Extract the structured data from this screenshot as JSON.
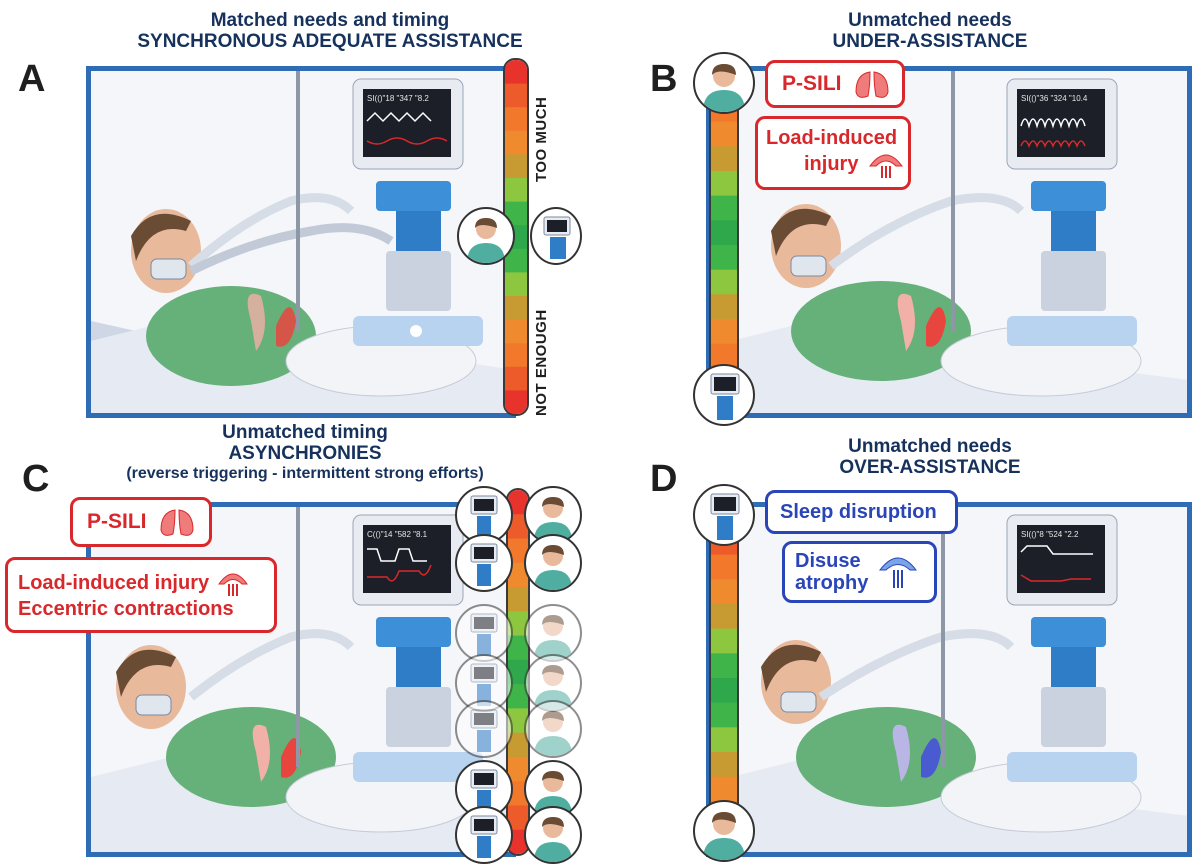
{
  "panels": {
    "A": {
      "letter": "A",
      "title_line1": "Matched needs and timing",
      "title_line2": "SYNCHRONOUS ADEQUATE ASSISTANCE",
      "scale_top": "TOO MUCH",
      "scale_bottom": "NOT ENOUGH",
      "monitor_readout": "SI(()\"18 \"347 \"8.2"
    },
    "B": {
      "letter": "B",
      "title_line1": "Unmatched needs",
      "title_line2": "UNDER-ASSISTANCE",
      "callout1": "P-SILI",
      "callout2_line1": "Load-induced",
      "callout2_line2": "injury",
      "monitor_readout": "SI(()\"36 \"324 \"10.4"
    },
    "C": {
      "letter": "C",
      "title_line1": "Unmatched timing",
      "title_line2": "ASYNCHRONIES",
      "title_line3": "(reverse triggering - intermittent strong efforts)",
      "callout1": "P-SILI",
      "callout2_line1": "Load-induced injury",
      "callout2_line2": "Eccentric contractions",
      "monitor_readout": "C(()\"14 \"582 \"8.1"
    },
    "D": {
      "letter": "D",
      "title_line1": "Unmatched needs",
      "title_line2": "OVER-ASSISTANCE",
      "callout1": "Sleep disruption",
      "callout2_line1": "Disuse",
      "callout2_line2": "atrophy",
      "monitor_readout": "SI(()\"8 \"524 \"2.2"
    }
  },
  "colors": {
    "frame_blue": "#2e6db5",
    "title_navy": "#16325c",
    "injury_red": "#d9282b",
    "atrophy_blue": "#2a45b8",
    "scale": [
      "#e8322c",
      "#ee5b2b",
      "#f2782c",
      "#f08a2f",
      "#c79a32",
      "#8dc63f",
      "#3fb549",
      "#2ea84a",
      "#3fb549",
      "#8dc63f",
      "#c79a32",
      "#f08a2f",
      "#f2782c",
      "#ee5b2b",
      "#e8322c"
    ]
  },
  "icons": [
    "lungs-icon",
    "diaphragm-icon",
    "patient-icon",
    "ventilator-icon"
  ]
}
